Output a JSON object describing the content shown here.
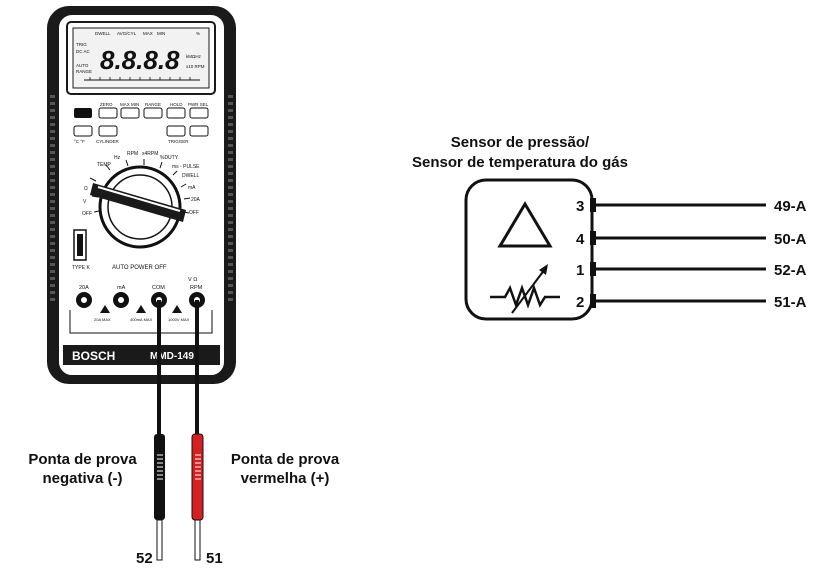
{
  "multimeter": {
    "brand": "BOSCH",
    "model": "MMD-149",
    "lcd": {
      "digits": "8.8.8.8",
      "top_marks": [
        "DWELL",
        "AVG/CYL",
        "MAX",
        "MIN",
        "%"
      ],
      "left_marks": [
        "TRIG",
        "DC AC",
        "AUTO",
        "RANGE"
      ],
      "right_marks": [
        "kMΩHz",
        "x10 RPM"
      ]
    },
    "buttons_row1": [
      "ZERO",
      "MAX MIN",
      "RANGE",
      "HOLD",
      "PWR SEL"
    ],
    "buttons_row2_labels": [
      "°C °F",
      "CYLINDER",
      "TRIGGER"
    ],
    "dial": {
      "left_labels": [
        "TEMP",
        "Ω",
        "V",
        "OFF"
      ],
      "top_labels": [
        "Hz",
        "RPM",
        "x4RPM",
        "%DUTY"
      ],
      "right_labels": [
        "ms - PULSE",
        "DWELL",
        "mA",
        "20A",
        "OFF"
      ],
      "auto_power_off": "AUTO POWER OFF",
      "type_k": "TYPE K"
    },
    "jacks": [
      "20A",
      "mA",
      "COM",
      "V Ω",
      "RPM"
    ],
    "jack_warnings": [
      "20A MAX",
      "400mA MAX",
      "1000V MAX"
    ]
  },
  "probes": {
    "negative_label_line1": "Ponta de prova",
    "negative_label_line2": "negativa (-)",
    "positive_label_line1": "Ponta de prova",
    "positive_label_line2": "vermelha (+)",
    "negative_number": "52",
    "positive_number": "51",
    "colors": {
      "negative": "#111111",
      "positive": "#d42020"
    }
  },
  "sensor": {
    "title_line1": "Sensor de pressão/",
    "title_line2": "Sensor de temperatura do gás",
    "pins": [
      {
        "pin": "3",
        "wire": "49-A"
      },
      {
        "pin": "4",
        "wire": "50-A"
      },
      {
        "pin": "1",
        "wire": "52-A"
      },
      {
        "pin": "2",
        "wire": "51-A"
      }
    ]
  }
}
